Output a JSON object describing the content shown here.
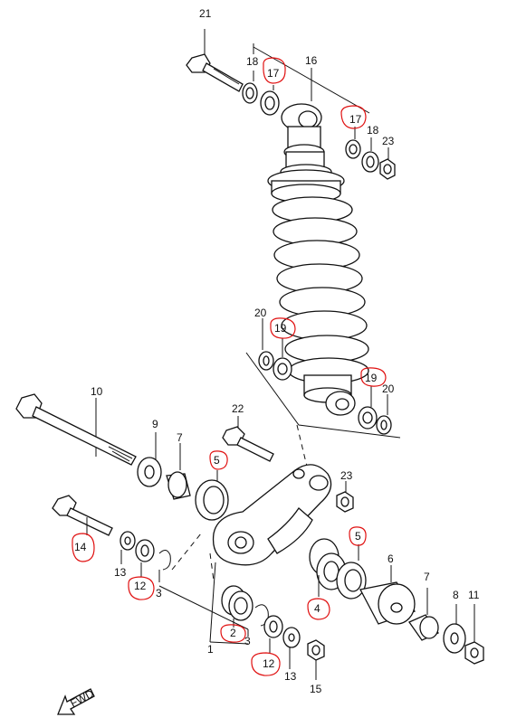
{
  "labels": [
    {
      "id": "p21",
      "text": "21",
      "highlighted": false
    },
    {
      "id": "p18a",
      "text": "18",
      "highlighted": false
    },
    {
      "id": "p17a",
      "text": "17",
      "highlighted": true
    },
    {
      "id": "p16",
      "text": "16",
      "highlighted": false
    },
    {
      "id": "p17b",
      "text": "17",
      "highlighted": true
    },
    {
      "id": "p18b",
      "text": "18",
      "highlighted": false
    },
    {
      "id": "p23a",
      "text": "23",
      "highlighted": false
    },
    {
      "id": "p20a",
      "text": "20",
      "highlighted": false
    },
    {
      "id": "p19a",
      "text": "19",
      "highlighted": true
    },
    {
      "id": "p19b",
      "text": "19",
      "highlighted": true
    },
    {
      "id": "p20b",
      "text": "20",
      "highlighted": false
    },
    {
      "id": "p10",
      "text": "10",
      "highlighted": false
    },
    {
      "id": "p22",
      "text": "22",
      "highlighted": false
    },
    {
      "id": "p9",
      "text": "9",
      "highlighted": false
    },
    {
      "id": "p7a",
      "text": "7",
      "highlighted": false
    },
    {
      "id": "p5a",
      "text": "5",
      "highlighted": true
    },
    {
      "id": "p23b",
      "text": "23",
      "highlighted": false
    },
    {
      "id": "p5b",
      "text": "5",
      "highlighted": true
    },
    {
      "id": "p14",
      "text": "14",
      "highlighted": true
    },
    {
      "id": "p13a",
      "text": "13",
      "highlighted": false
    },
    {
      "id": "p12a",
      "text": "12",
      "highlighted": true
    },
    {
      "id": "p3a",
      "text": "3",
      "highlighted": false
    },
    {
      "id": "p6",
      "text": "6",
      "highlighted": false
    },
    {
      "id": "p7b",
      "text": "7",
      "highlighted": false
    },
    {
      "id": "p8",
      "text": "8",
      "highlighted": false
    },
    {
      "id": "p11",
      "text": "11",
      "highlighted": false
    },
    {
      "id": "p4",
      "text": "4",
      "highlighted": true
    },
    {
      "id": "p2",
      "text": "2",
      "highlighted": true
    },
    {
      "id": "p3b",
      "text": "3",
      "highlighted": false
    },
    {
      "id": "p1",
      "text": "1",
      "highlighted": false
    },
    {
      "id": "p12b",
      "text": "12",
      "highlighted": true
    },
    {
      "id": "p13b",
      "text": "13",
      "highlighted": false
    },
    {
      "id": "p15",
      "text": "15",
      "highlighted": false
    }
  ],
  "fwd_label": "FWD",
  "colors": {
    "ink": "#111111",
    "highlight": "#e01010",
    "background": "#ffffff"
  }
}
